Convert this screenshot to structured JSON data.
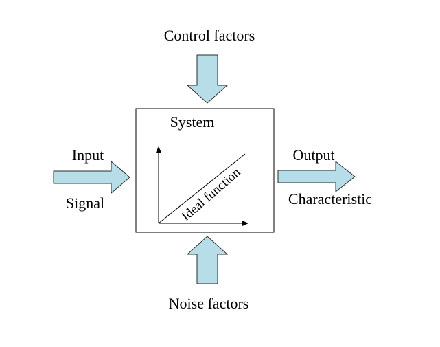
{
  "labels": {
    "control_factors": "Control factors",
    "system": "System",
    "input": "Input",
    "signal": "Signal",
    "output": "Output",
    "characteristic": "Characteristic",
    "noise_factors": "Noise factors",
    "ideal_function": "Ideal function"
  },
  "colors": {
    "arrow_fill": "#B7DEE8",
    "arrow_stroke": "#2b2b2b",
    "box_stroke": "#000000",
    "text": "#000000"
  },
  "icons": {
    "control_arrow": "arrow-down-icon",
    "noise_arrow": "arrow-up-icon",
    "input_arrow": "arrow-right-icon",
    "output_arrow": "arrow-right-icon"
  }
}
